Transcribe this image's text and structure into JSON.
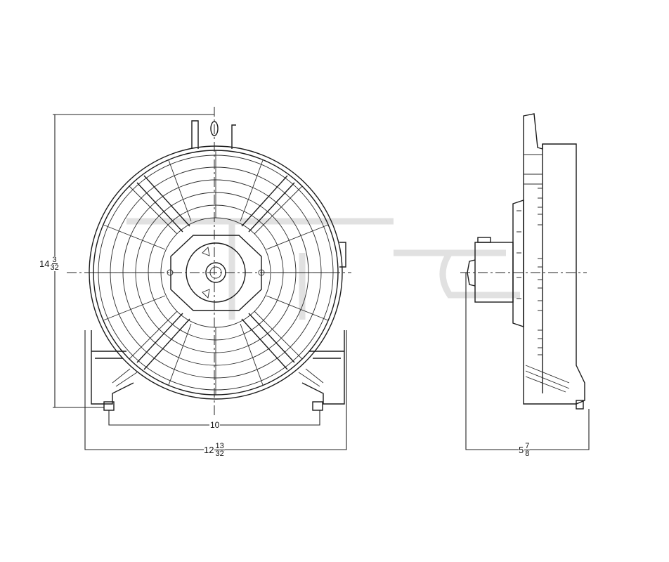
{
  "drawing": {
    "subject": "Condenser fan assembly",
    "views": [
      "front-view",
      "side-view"
    ],
    "colors": {
      "line": "#1a1a1a",
      "watermark": "#c8c8c8",
      "background": "#ffffff"
    }
  },
  "dimensions": {
    "height": {
      "whole": "14",
      "numerator": "3",
      "denominator": "32"
    },
    "mount_spacing": {
      "value": "10"
    },
    "overall_width": {
      "whole": "12",
      "numerator": "13",
      "denominator": "32"
    },
    "depth": {
      "whole": "5",
      "numerator": "7",
      "denominator": "8"
    }
  }
}
